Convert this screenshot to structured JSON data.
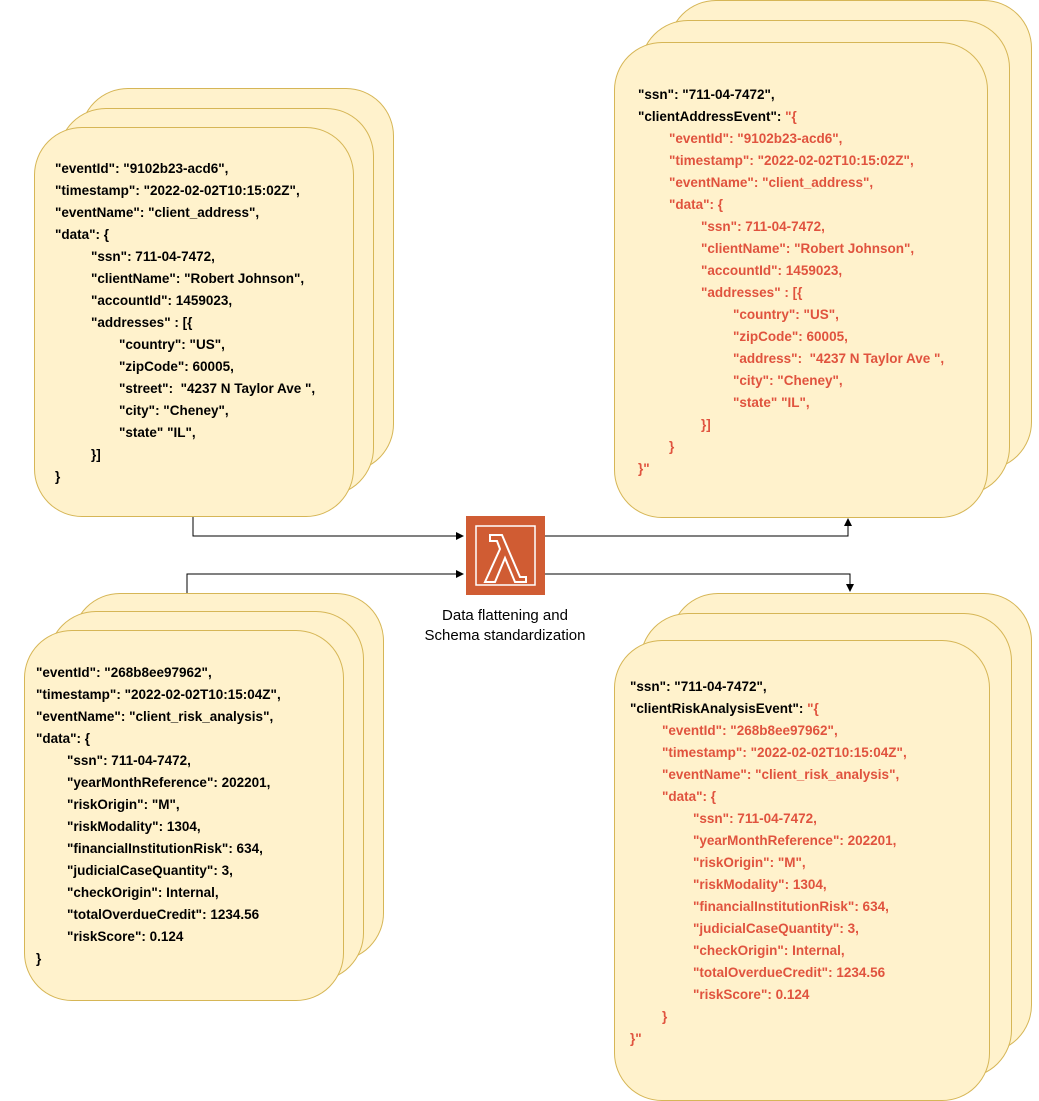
{
  "cards": {
    "address_input": [
      "\"eventId\": \"9102b23-acd6\",",
      "\"timestamp\": \"2022-02-02T10:15:02Z\",",
      "\"eventName\": \"client_address\",",
      "\"data\": {",
      "\"ssn\": 711-04-7472,",
      "\"clientName\": \"Robert Johnson\",",
      "\"accountId\": 1459023,",
      "\"addresses\" : [{",
      "\"country\": \"US\",",
      "\"zipCode\": 60005,",
      "\"street\":  \"4237 N Taylor Ave \",",
      "\"city\": \"Cheney\",",
      "\"state\" \"IL\",",
      "}]",
      "}"
    ],
    "risk_input": [
      "\"eventId\": \"268b8ee97962\",",
      "\"timestamp\": \"2022-02-02T10:15:04Z\",",
      "\"eventName\": \"client_risk_analysis\",",
      "\"data\": {",
      "\"ssn\": 711-04-7472,",
      "\"yearMonthReference\": 202201,",
      "\"riskOrigin\": \"M\",",
      "\"riskModality\": 1304,",
      "\"financialInstitutionRisk\": 634,",
      "\"judicialCaseQuantity\": 3,",
      "\"checkOrigin\": Internal,",
      "\"totalOverdueCredit\": 1234.56",
      "\"riskScore\": 0.124",
      "}"
    ],
    "address_output": [
      "\"ssn\": \"711-04-7472\",",
      "\"clientAddressEvent\": \"{",
      "\"eventId\": \"9102b23-acd6\",",
      "\"timestamp\": \"2022-02-02T10:15:02Z\",",
      "\"eventName\": \"client_address\",",
      "\"data\": {",
      "\"ssn\": 711-04-7472,",
      "\"clientName\": \"Robert Johnson\",",
      "\"accountId\": 1459023,",
      "\"addresses\" : [{",
      "\"country\": \"US\",",
      "\"zipCode\": 60005,",
      "\"address\":  \"4237 N Taylor Ave \",",
      "\"city\": \"Cheney\",",
      "\"state\" \"IL\",",
      "}]",
      "}",
      "}\""
    ],
    "risk_output": [
      "\"ssn\": \"711-04-7472\",",
      "\"clientRiskAnalysisEvent\": \"{",
      "\"eventId\": \"268b8ee97962\",",
      "\"timestamp\": \"2022-02-02T10:15:04Z\",",
      "\"eventName\": \"client_risk_analysis\",",
      "\"data\": {",
      "\"ssn\": 711-04-7472,",
      "\"yearMonthReference\": 202201,",
      "\"riskOrigin\": \"M\",",
      "\"riskModality\": 1304,",
      "\"financialInstitutionRisk\": 634,",
      "\"judicialCaseQuantity\": 3,",
      "\"checkOrigin\": Internal,",
      "\"totalOverdueCredit\": 1234.56",
      "\"riskScore\": 0.124",
      "}",
      "}\""
    ]
  },
  "lambda": {
    "icon": "aws-lambda-icon",
    "caption_line1": "Data flattening and",
    "caption_line2": "Schema standardization"
  },
  "colors": {
    "card_fill": "#fff2cc",
    "card_border": "#d6b656",
    "highlight_text": "#e0533e",
    "lambda_fill": "#d05c33"
  }
}
